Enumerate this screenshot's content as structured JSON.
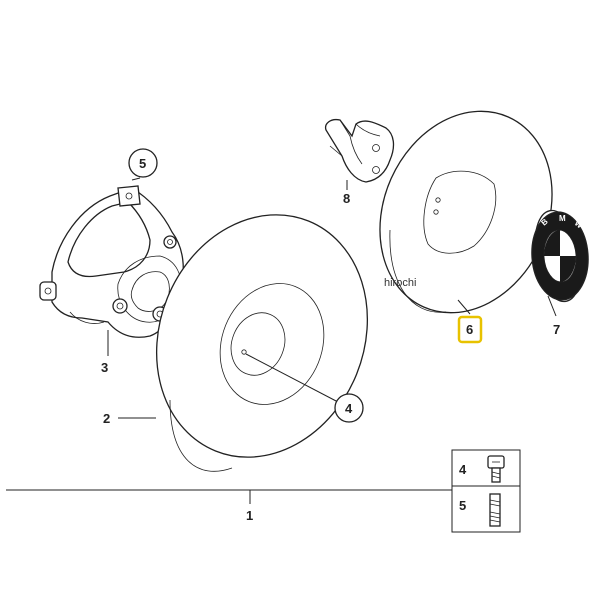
{
  "callouts": {
    "part_1": "1",
    "part_2": "2",
    "part_3": "3",
    "part_4": "4",
    "part_5": "5",
    "part_6": "6",
    "part_7": "7",
    "part_8": "8"
  },
  "legend": {
    "row_4": "4",
    "row_5": "5"
  },
  "watermark": "hirochi",
  "emblem": {
    "letters": [
      "B",
      "M",
      "W"
    ]
  },
  "colors": {
    "line": "#222222",
    "highlight": "#e8c200",
    "emblem_dark": "#1a1a1a"
  }
}
